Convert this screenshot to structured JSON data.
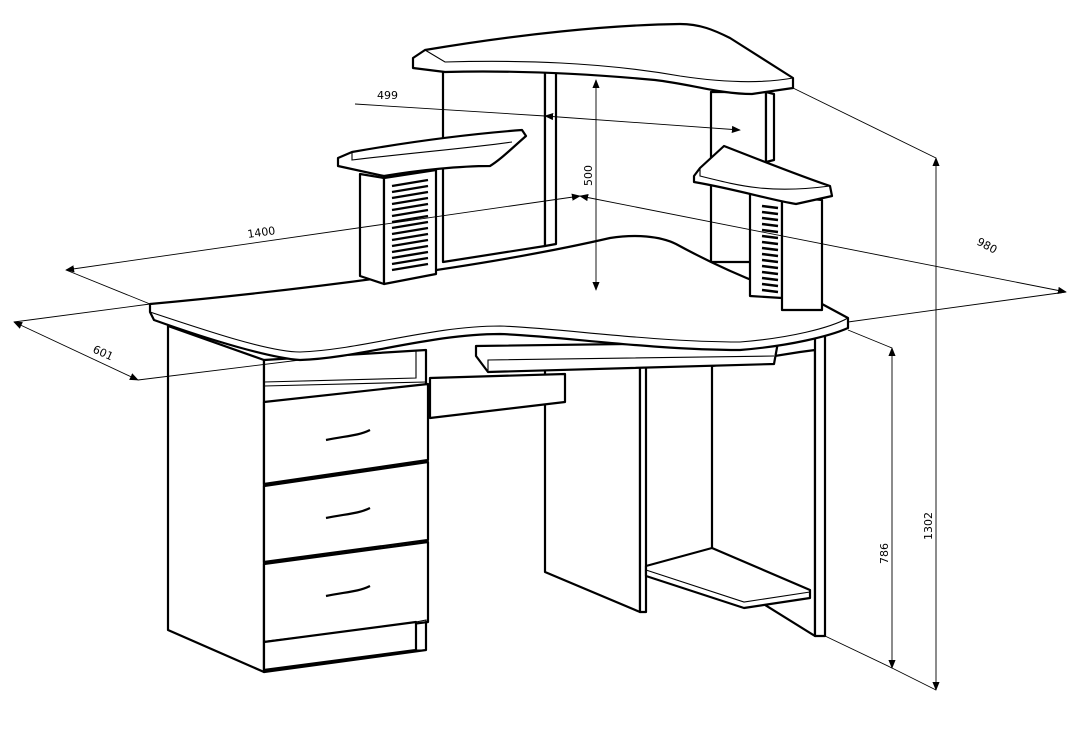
{
  "dimensions": {
    "shelf_width": "499",
    "shelf_height": "500",
    "desk_length": "1400",
    "desk_side_length": "980",
    "desk_depth": "601",
    "desk_height": "786",
    "total_height": "1302"
  }
}
